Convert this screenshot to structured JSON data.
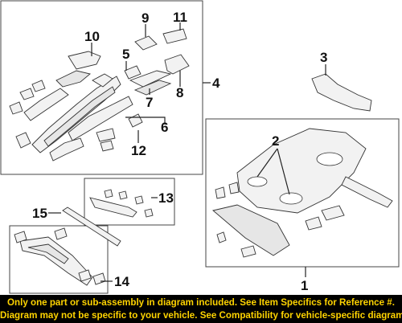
{
  "callouts": {
    "c1": "1",
    "c2": "2",
    "c3": "3",
    "c4": "4",
    "c5": "5",
    "c6": "6",
    "c7": "7",
    "c8": "8",
    "c9": "9",
    "c10": "10",
    "c11": "11",
    "c12": "12",
    "c13": "13",
    "c14": "14",
    "c15": "15"
  },
  "footer": {
    "line1": "Only one part or sub-assembly in diagram included. See Item Specifics for Reference #.",
    "line2": "Diagram may not be specific to your vehicle. See Compatibility for vehicle-specific diagrams."
  },
  "colors": {
    "footer_bg": "#000000",
    "footer_text": "#ffd400",
    "line": "#333333"
  }
}
